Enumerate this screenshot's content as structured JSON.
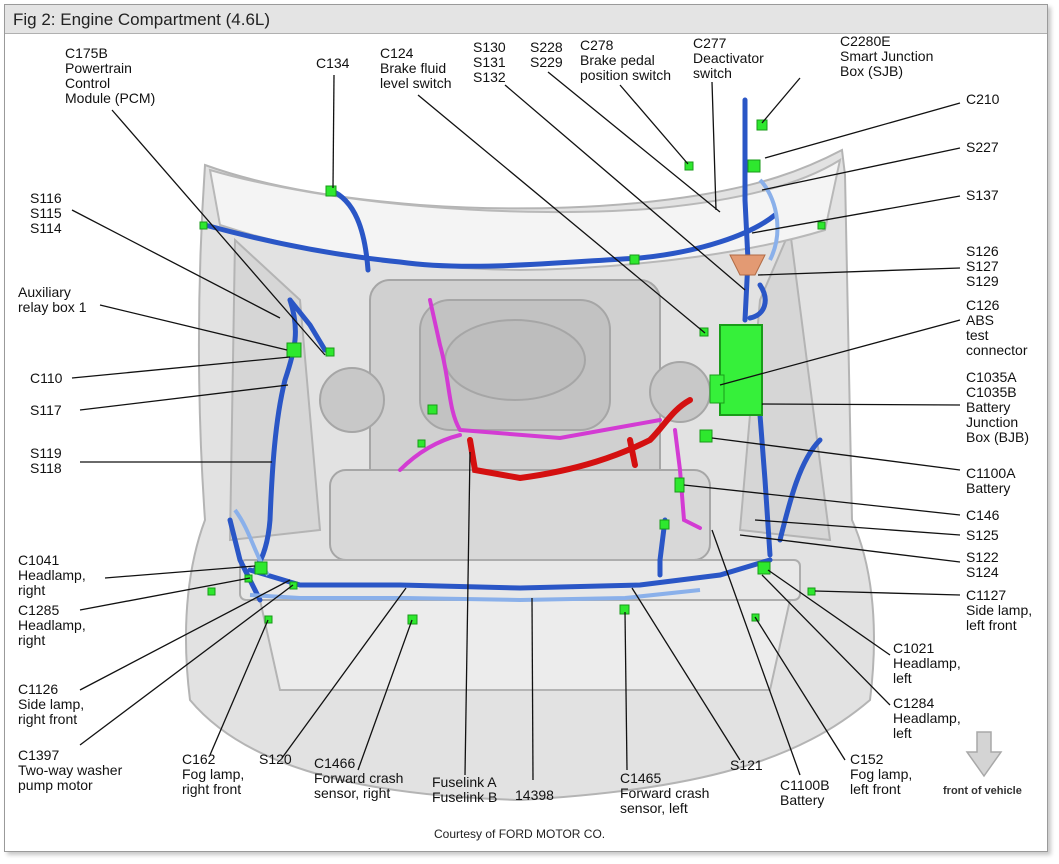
{
  "figure": {
    "title": "Fig 2: Engine Compartment (4.6L)",
    "courtesy": "Courtesy of FORD MOTOR CO.",
    "arrow_label": "front of vehicle"
  },
  "labels": [
    {
      "id": "c175b",
      "text": "C175B\nPowertrain\nControl\nModule (PCM)"
    },
    {
      "id": "c134",
      "text": "C134"
    },
    {
      "id": "c124",
      "text": "C124\nBrake fluid\nlevel switch"
    },
    {
      "id": "s130",
      "text": "S130\nS131\nS132"
    },
    {
      "id": "s228",
      "text": "S228\nS229"
    },
    {
      "id": "c278",
      "text": "C278\nBrake pedal\nposition switch"
    },
    {
      "id": "c277",
      "text": "C277\nDeactivator\nswitch"
    },
    {
      "id": "c2280e",
      "text": "C2280E\nSmart Junction\nBox (SJB)"
    },
    {
      "id": "c210",
      "text": "C210"
    },
    {
      "id": "s227",
      "text": "S227"
    },
    {
      "id": "s137",
      "text": "S137"
    },
    {
      "id": "s126",
      "text": "S126\nS127\nS129"
    },
    {
      "id": "c126",
      "text": "C126\nABS\ntest\nconnector"
    },
    {
      "id": "c1035",
      "text": "C1035A\nC1035B\nBattery\nJunction\nBox (BJB)"
    },
    {
      "id": "c1100a",
      "text": "C1100A\nBattery"
    },
    {
      "id": "c146",
      "text": "C146"
    },
    {
      "id": "s125",
      "text": "S125"
    },
    {
      "id": "s122",
      "text": "S122\nS124"
    },
    {
      "id": "c1127",
      "text": "C1127\nSide lamp,\nleft front"
    },
    {
      "id": "c1021",
      "text": "C1021\nHeadlamp,\nleft"
    },
    {
      "id": "c1284",
      "text": "C1284\nHeadlamp,\nleft"
    },
    {
      "id": "c152",
      "text": "C152\nFog lamp,\nleft front"
    },
    {
      "id": "c1100b",
      "text": "C1100B\nBattery"
    },
    {
      "id": "s121",
      "text": "S121"
    },
    {
      "id": "c1465",
      "text": "C1465\nForward crash\nsensor, left"
    },
    {
      "id": "n14398",
      "text": "14398"
    },
    {
      "id": "fuselink",
      "text": "Fuselink A\nFuselink B"
    },
    {
      "id": "c1466",
      "text": "C1466\nForward crash\nsensor, right"
    },
    {
      "id": "s120",
      "text": "S120"
    },
    {
      "id": "c162",
      "text": "C162\nFog lamp,\nright front"
    },
    {
      "id": "c1397",
      "text": "C1397\nTwo-way washer\npump motor"
    },
    {
      "id": "c1126",
      "text": "C1126\nSide lamp,\nright front"
    },
    {
      "id": "c1285",
      "text": "C1285\nHeadlamp,\nright"
    },
    {
      "id": "c1041",
      "text": "C1041\nHeadlamp,\nright"
    },
    {
      "id": "s119",
      "text": "S119\nS118"
    },
    {
      "id": "s117",
      "text": "S117"
    },
    {
      "id": "c110",
      "text": "C110"
    },
    {
      "id": "aux",
      "text": "Auxiliary\nrelay box 1"
    },
    {
      "id": "s116",
      "text": "S116\nS115\nS114"
    }
  ],
  "colors": {
    "harness_blue": "#2a56c6",
    "connector_green": "#2ee82e",
    "positive_red": "#d41010",
    "magenta": "#d33bd3",
    "body_gray": "#dcdcdc"
  }
}
